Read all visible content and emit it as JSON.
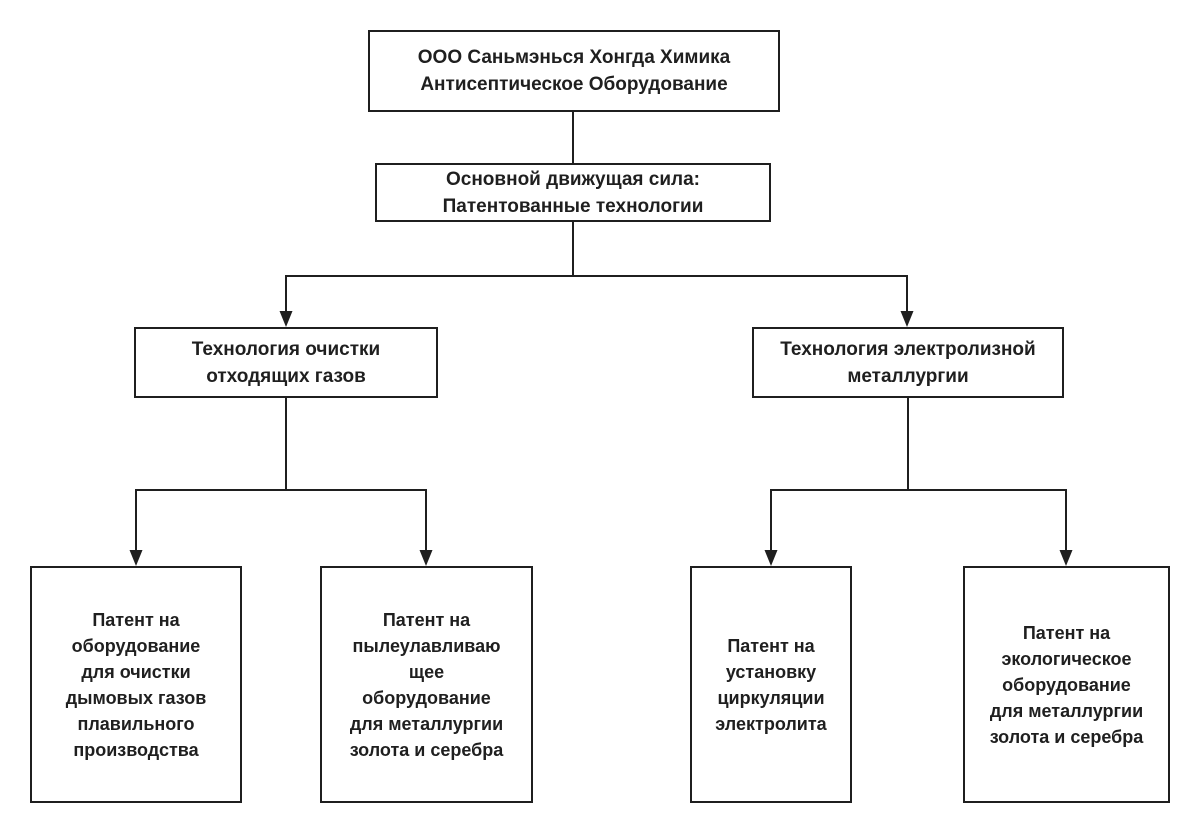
{
  "diagram": {
    "type": "org-flowchart",
    "root": {
      "label": "ООО Саньмэнься Хонгда Химика\nАнтисептическое Оборудование"
    },
    "driver": {
      "label": "Основной движущая сила:\nПатентованные технологии"
    },
    "branches": [
      {
        "label": "Технология очистки\nотходящих газов",
        "patents": [
          {
            "label": "Патент на\nоборудование\nдля очистки\nдымовых газов\nплавильного\nпроизводства"
          },
          {
            "label": "Патент на\nпылеулавливаю\nщее\nоборудование\nдля металлургии\nзолота и серебра"
          }
        ]
      },
      {
        "label": "Технология электролизной\nметаллургии",
        "patents": [
          {
            "label": "Патент на\nустановку\nциркуляции\nэлектролита"
          },
          {
            "label": "Патент на\nэкологическое\nоборудование\nдля металлургии\nзолота и серебра"
          }
        ]
      }
    ],
    "colors": {
      "stroke": "#1f1f1f",
      "box_fill": "#ffffff",
      "text": "#1f1f1f",
      "background": "#ffffff"
    }
  }
}
